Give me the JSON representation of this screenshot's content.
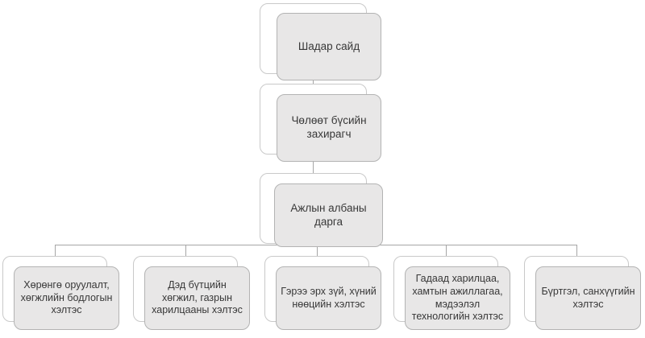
{
  "diagram": {
    "type": "org-chart",
    "language": "Mongolian (Cyrillic)",
    "background": "#ffffff",
    "colors": {
      "node_fill": "#e8e7e7",
      "node_border": "#b3b3b3",
      "shadow_fill": "#ffffff",
      "shadow_border": "#c9c9c9",
      "connector": "#a6a6a6",
      "text": "#383838"
    },
    "nodes": [
      {
        "id": "level-1",
        "label": "Шадар сайд"
      },
      {
        "id": "level-2",
        "label": "Чөлөөт бүсийн захирагч"
      },
      {
        "id": "level-3",
        "label": "Ажлын албаны дарга"
      },
      {
        "id": "dept-1",
        "label": "Хөрөнгө оруулалт, хөгжлийн бодлогын хэлтэс"
      },
      {
        "id": "dept-2",
        "label": "Дэд бүтцийн хөгжил, газрын харилцааны хэлтэс"
      },
      {
        "id": "dept-3",
        "label": "Гэрээ эрх зүй, хүний нөөцийн хэлтэс"
      },
      {
        "id": "dept-4",
        "label": "Гадаад харилцаа, хамтын ажиллагаа, мэдээлэл технологийн хэлтэс"
      },
      {
        "id": "dept-5",
        "label": "Бүртгэл, санхүүгийн хэлтэс"
      }
    ],
    "edges": [
      [
        "level-1",
        "level-2"
      ],
      [
        "level-2",
        "level-3"
      ],
      [
        "level-3",
        "dept-1"
      ],
      [
        "level-3",
        "dept-2"
      ],
      [
        "level-3",
        "dept-3"
      ],
      [
        "level-3",
        "dept-4"
      ],
      [
        "level-3",
        "dept-5"
      ]
    ]
  }
}
